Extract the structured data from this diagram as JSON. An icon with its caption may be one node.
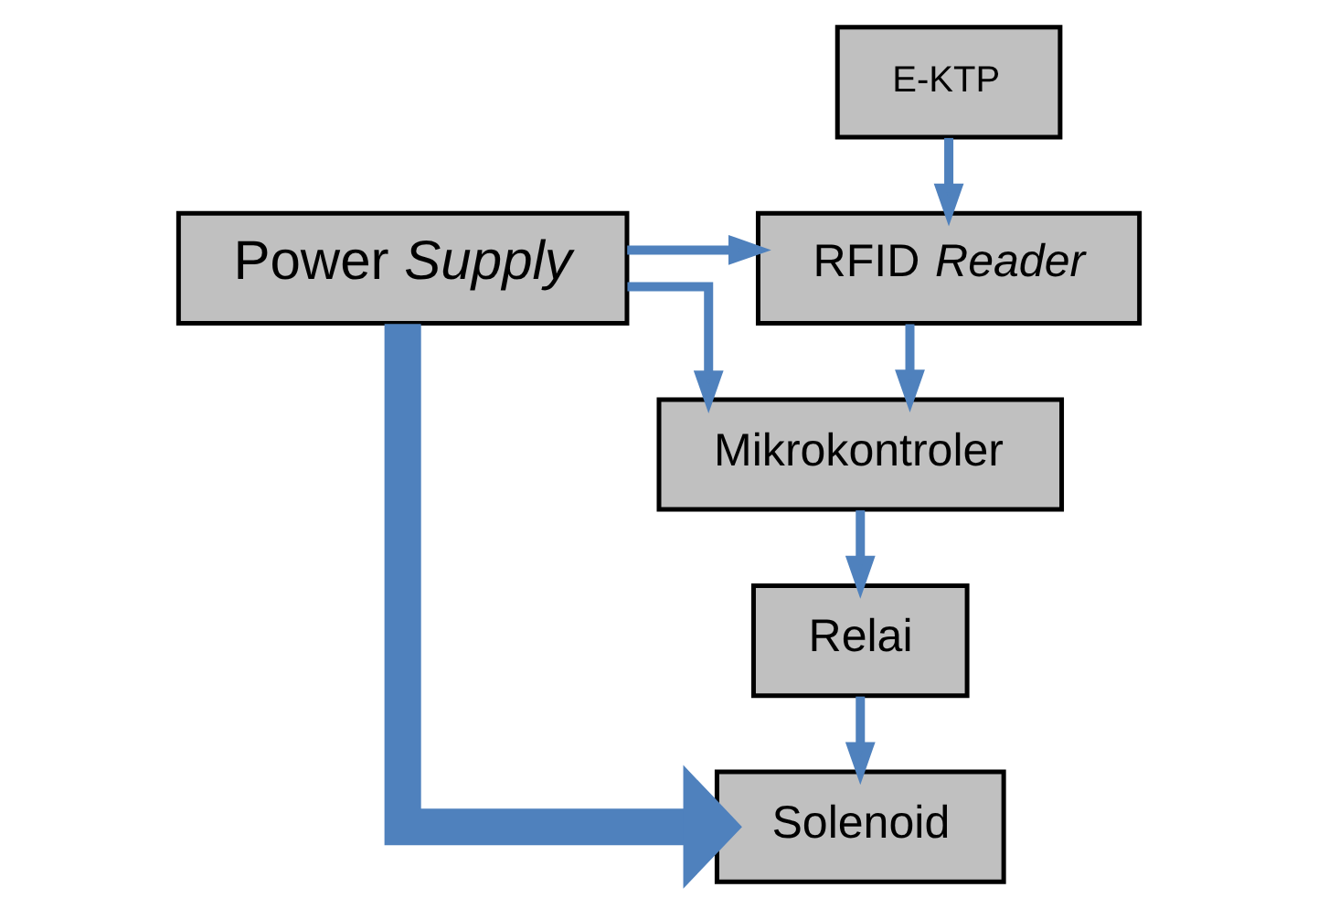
{
  "diagram": {
    "nodes": [
      {
        "text": [
          "E-KTP"
        ]
      },
      {
        "text": [
          "RFID *Reader*"
        ]
      },
      {
        "text": [
          "Power *Supply*"
        ]
      },
      {
        "text": [
          "Mikrokontroler"
        ]
      },
      {
        "text": [
          "Relai"
        ]
      },
      {
        "text": [
          "Solenoid"
        ]
      }
    ],
    "edges": [
      {
        "from": 0,
        "to": 1,
        "arrow": "to"
      },
      {
        "from": 2,
        "to": 1,
        "arrow": "to"
      },
      {
        "from": 1,
        "to": 3,
        "arrow": "to"
      },
      {
        "from": 2,
        "to": 3,
        "arrow": "to"
      },
      {
        "from": 3,
        "to": 4,
        "arrow": "to"
      },
      {
        "from": 4,
        "to": 5,
        "arrow": "to"
      },
      {
        "from": 2,
        "to": 5,
        "arrow": "to",
        "style": "thick"
      }
    ]
  }
}
